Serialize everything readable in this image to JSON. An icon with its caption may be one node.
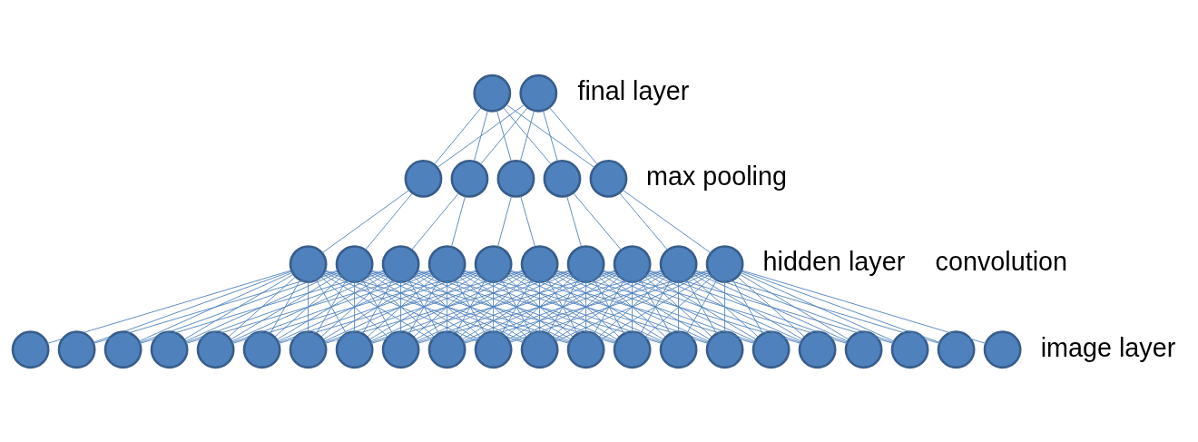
{
  "diagram": {
    "nodes": [
      {
        "text": [],
        "shape": "circle"
      },
      {
        "text": [],
        "shape": "circle"
      },
      {
        "text": [],
        "shape": "circle"
      },
      {
        "text": [],
        "shape": "circle"
      },
      {
        "text": [],
        "shape": "circle"
      },
      {
        "text": [],
        "shape": "circle"
      },
      {
        "text": [],
        "shape": "circle"
      },
      {
        "text": [],
        "shape": "circle"
      },
      {
        "text": [],
        "shape": "circle"
      },
      {
        "text": [],
        "shape": "circle"
      },
      {
        "text": [],
        "shape": "circle"
      },
      {
        "text": [],
        "shape": "circle"
      },
      {
        "text": [],
        "shape": "circle"
      },
      {
        "text": [],
        "shape": "circle"
      },
      {
        "text": [],
        "shape": "circle"
      },
      {
        "text": [],
        "shape": "circle"
      },
      {
        "text": [],
        "shape": "circle"
      },
      {
        "text": [],
        "shape": "circle"
      },
      {
        "text": [],
        "shape": "circle"
      },
      {
        "text": [],
        "shape": "circle"
      },
      {
        "text": [],
        "shape": "circle"
      },
      {
        "text": [],
        "shape": "circle"
      },
      {
        "text": [],
        "shape": "circle"
      },
      {
        "text": [],
        "shape": "circle"
      },
      {
        "text": [],
        "shape": "circle"
      },
      {
        "text": [],
        "shape": "circle"
      },
      {
        "text": [],
        "shape": "circle"
      },
      {
        "text": [],
        "shape": "circle"
      },
      {
        "text": [],
        "shape": "circle"
      },
      {
        "text": [],
        "shape": "circle"
      },
      {
        "text": [],
        "shape": "circle"
      },
      {
        "text": [],
        "shape": "circle"
      },
      {
        "text": [],
        "shape": "circle"
      },
      {
        "text": [],
        "shape": "circle"
      },
      {
        "text": [],
        "shape": "circle"
      },
      {
        "text": [],
        "shape": "circle"
      },
      {
        "text": [],
        "shape": "circle"
      },
      {
        "text": [],
        "shape": "circle"
      },
      {
        "text": [],
        "shape": "circle"
      }
    ],
    "edges": [
      {
        "from": 0,
        "to": 2,
        "arrow": "none"
      },
      {
        "from": 0,
        "to": 3,
        "arrow": "none"
      },
      {
        "from": 0,
        "to": 4,
        "arrow": "none"
      },
      {
        "from": 0,
        "to": 5,
        "arrow": "none"
      },
      {
        "from": 0,
        "to": 6,
        "arrow": "none"
      },
      {
        "from": 1,
        "to": 2,
        "arrow": "none"
      },
      {
        "from": 1,
        "to": 3,
        "arrow": "none"
      },
      {
        "from": 1,
        "to": 4,
        "arrow": "none"
      },
      {
        "from": 1,
        "to": 5,
        "arrow": "none"
      },
      {
        "from": 1,
        "to": 6,
        "arrow": "none"
      },
      {
        "from": 2,
        "to": 7,
        "arrow": "none"
      },
      {
        "from": 2,
        "to": 8,
        "arrow": "none"
      },
      {
        "from": 3,
        "to": 9,
        "arrow": "none"
      },
      {
        "from": 3,
        "to": 10,
        "arrow": "none"
      },
      {
        "from": 4,
        "to": 11,
        "arrow": "none"
      },
      {
        "from": 4,
        "to": 12,
        "arrow": "none"
      },
      {
        "from": 5,
        "to": 13,
        "arrow": "none"
      },
      {
        "from": 5,
        "to": 14,
        "arrow": "none"
      },
      {
        "from": 6,
        "to": 15,
        "arrow": "none"
      },
      {
        "from": 6,
        "to": 16,
        "arrow": "none"
      },
      {
        "from": 7,
        "to": 17,
        "arrow": "none"
      },
      {
        "from": 7,
        "to": 18,
        "arrow": "none"
      },
      {
        "from": 7,
        "to": 19,
        "arrow": "none"
      },
      {
        "from": 7,
        "to": 20,
        "arrow": "none"
      },
      {
        "from": 7,
        "to": 21,
        "arrow": "none"
      },
      {
        "from": 7,
        "to": 22,
        "arrow": "none"
      },
      {
        "from": 7,
        "to": 23,
        "arrow": "none"
      },
      {
        "from": 7,
        "to": 24,
        "arrow": "none"
      },
      {
        "from": 7,
        "to": 25,
        "arrow": "none"
      },
      {
        "from": 7,
        "to": 26,
        "arrow": "none"
      },
      {
        "from": 7,
        "to": 27,
        "arrow": "none"
      },
      {
        "from": 7,
        "to": 28,
        "arrow": "none"
      },
      {
        "from": 7,
        "to": 29,
        "arrow": "none"
      },
      {
        "from": 8,
        "to": 18,
        "arrow": "none"
      },
      {
        "from": 8,
        "to": 19,
        "arrow": "none"
      },
      {
        "from": 8,
        "to": 20,
        "arrow": "none"
      },
      {
        "from": 8,
        "to": 21,
        "arrow": "none"
      },
      {
        "from": 8,
        "to": 22,
        "arrow": "none"
      },
      {
        "from": 8,
        "to": 23,
        "arrow": "none"
      },
      {
        "from": 8,
        "to": 24,
        "arrow": "none"
      },
      {
        "from": 8,
        "to": 25,
        "arrow": "none"
      },
      {
        "from": 8,
        "to": 26,
        "arrow": "none"
      },
      {
        "from": 8,
        "to": 27,
        "arrow": "none"
      },
      {
        "from": 8,
        "to": 28,
        "arrow": "none"
      },
      {
        "from": 8,
        "to": 29,
        "arrow": "none"
      },
      {
        "from": 8,
        "to": 30,
        "arrow": "none"
      },
      {
        "from": 9,
        "to": 19,
        "arrow": "none"
      },
      {
        "from": 9,
        "to": 20,
        "arrow": "none"
      },
      {
        "from": 9,
        "to": 21,
        "arrow": "none"
      },
      {
        "from": 9,
        "to": 22,
        "arrow": "none"
      },
      {
        "from": 9,
        "to": 23,
        "arrow": "none"
      },
      {
        "from": 9,
        "to": 24,
        "arrow": "none"
      },
      {
        "from": 9,
        "to": 25,
        "arrow": "none"
      },
      {
        "from": 9,
        "to": 26,
        "arrow": "none"
      },
      {
        "from": 9,
        "to": 27,
        "arrow": "none"
      },
      {
        "from": 9,
        "to": 28,
        "arrow": "none"
      },
      {
        "from": 9,
        "to": 29,
        "arrow": "none"
      },
      {
        "from": 9,
        "to": 30,
        "arrow": "none"
      },
      {
        "from": 9,
        "to": 31,
        "arrow": "none"
      },
      {
        "from": 10,
        "to": 20,
        "arrow": "none"
      },
      {
        "from": 10,
        "to": 21,
        "arrow": "none"
      },
      {
        "from": 10,
        "to": 22,
        "arrow": "none"
      },
      {
        "from": 10,
        "to": 23,
        "arrow": "none"
      },
      {
        "from": 10,
        "to": 24,
        "arrow": "none"
      },
      {
        "from": 10,
        "to": 25,
        "arrow": "none"
      },
      {
        "from": 10,
        "to": 26,
        "arrow": "none"
      },
      {
        "from": 10,
        "to": 27,
        "arrow": "none"
      },
      {
        "from": 10,
        "to": 28,
        "arrow": "none"
      },
      {
        "from": 10,
        "to": 29,
        "arrow": "none"
      },
      {
        "from": 10,
        "to": 30,
        "arrow": "none"
      },
      {
        "from": 10,
        "to": 31,
        "arrow": "none"
      },
      {
        "from": 10,
        "to": 32,
        "arrow": "none"
      },
      {
        "from": 11,
        "to": 21,
        "arrow": "none"
      },
      {
        "from": 11,
        "to": 22,
        "arrow": "none"
      },
      {
        "from": 11,
        "to": 23,
        "arrow": "none"
      },
      {
        "from": 11,
        "to": 24,
        "arrow": "none"
      },
      {
        "from": 11,
        "to": 25,
        "arrow": "none"
      },
      {
        "from": 11,
        "to": 26,
        "arrow": "none"
      },
      {
        "from": 11,
        "to": 27,
        "arrow": "none"
      },
      {
        "from": 11,
        "to": 28,
        "arrow": "none"
      },
      {
        "from": 11,
        "to": 29,
        "arrow": "none"
      },
      {
        "from": 11,
        "to": 30,
        "arrow": "none"
      },
      {
        "from": 11,
        "to": 31,
        "arrow": "none"
      },
      {
        "from": 11,
        "to": 32,
        "arrow": "none"
      },
      {
        "from": 11,
        "to": 33,
        "arrow": "none"
      },
      {
        "from": 12,
        "to": 22,
        "arrow": "none"
      },
      {
        "from": 12,
        "to": 23,
        "arrow": "none"
      },
      {
        "from": 12,
        "to": 24,
        "arrow": "none"
      },
      {
        "from": 12,
        "to": 25,
        "arrow": "none"
      },
      {
        "from": 12,
        "to": 26,
        "arrow": "none"
      },
      {
        "from": 12,
        "to": 27,
        "arrow": "none"
      },
      {
        "from": 12,
        "to": 28,
        "arrow": "none"
      },
      {
        "from": 12,
        "to": 29,
        "arrow": "none"
      },
      {
        "from": 12,
        "to": 30,
        "arrow": "none"
      },
      {
        "from": 12,
        "to": 31,
        "arrow": "none"
      },
      {
        "from": 12,
        "to": 32,
        "arrow": "none"
      },
      {
        "from": 12,
        "to": 33,
        "arrow": "none"
      },
      {
        "from": 12,
        "to": 34,
        "arrow": "none"
      },
      {
        "from": 13,
        "to": 23,
        "arrow": "none"
      },
      {
        "from": 13,
        "to": 24,
        "arrow": "none"
      },
      {
        "from": 13,
        "to": 25,
        "arrow": "none"
      },
      {
        "from": 13,
        "to": 26,
        "arrow": "none"
      },
      {
        "from": 13,
        "to": 27,
        "arrow": "none"
      },
      {
        "from": 13,
        "to": 28,
        "arrow": "none"
      },
      {
        "from": 13,
        "to": 29,
        "arrow": "none"
      },
      {
        "from": 13,
        "to": 30,
        "arrow": "none"
      },
      {
        "from": 13,
        "to": 31,
        "arrow": "none"
      },
      {
        "from": 13,
        "to": 32,
        "arrow": "none"
      },
      {
        "from": 13,
        "to": 33,
        "arrow": "none"
      },
      {
        "from": 13,
        "to": 34,
        "arrow": "none"
      },
      {
        "from": 13,
        "to": 35,
        "arrow": "none"
      },
      {
        "from": 14,
        "to": 24,
        "arrow": "none"
      },
      {
        "from": 14,
        "to": 25,
        "arrow": "none"
      },
      {
        "from": 14,
        "to": 26,
        "arrow": "none"
      },
      {
        "from": 14,
        "to": 27,
        "arrow": "none"
      },
      {
        "from": 14,
        "to": 28,
        "arrow": "none"
      },
      {
        "from": 14,
        "to": 29,
        "arrow": "none"
      },
      {
        "from": 14,
        "to": 30,
        "arrow": "none"
      },
      {
        "from": 14,
        "to": 31,
        "arrow": "none"
      },
      {
        "from": 14,
        "to": 32,
        "arrow": "none"
      },
      {
        "from": 14,
        "to": 33,
        "arrow": "none"
      },
      {
        "from": 14,
        "to": 34,
        "arrow": "none"
      },
      {
        "from": 14,
        "to": 35,
        "arrow": "none"
      },
      {
        "from": 14,
        "to": 36,
        "arrow": "none"
      },
      {
        "from": 15,
        "to": 25,
        "arrow": "none"
      },
      {
        "from": 15,
        "to": 26,
        "arrow": "none"
      },
      {
        "from": 15,
        "to": 27,
        "arrow": "none"
      },
      {
        "from": 15,
        "to": 28,
        "arrow": "none"
      },
      {
        "from": 15,
        "to": 29,
        "arrow": "none"
      },
      {
        "from": 15,
        "to": 30,
        "arrow": "none"
      },
      {
        "from": 15,
        "to": 31,
        "arrow": "none"
      },
      {
        "from": 15,
        "to": 32,
        "arrow": "none"
      },
      {
        "from": 15,
        "to": 33,
        "arrow": "none"
      },
      {
        "from": 15,
        "to": 34,
        "arrow": "none"
      },
      {
        "from": 15,
        "to": 35,
        "arrow": "none"
      },
      {
        "from": 15,
        "to": 36,
        "arrow": "none"
      },
      {
        "from": 15,
        "to": 37,
        "arrow": "none"
      },
      {
        "from": 16,
        "to": 26,
        "arrow": "none"
      },
      {
        "from": 16,
        "to": 27,
        "arrow": "none"
      },
      {
        "from": 16,
        "to": 28,
        "arrow": "none"
      },
      {
        "from": 16,
        "to": 29,
        "arrow": "none"
      },
      {
        "from": 16,
        "to": 30,
        "arrow": "none"
      },
      {
        "from": 16,
        "to": 31,
        "arrow": "none"
      },
      {
        "from": 16,
        "to": 32,
        "arrow": "none"
      },
      {
        "from": 16,
        "to": 33,
        "arrow": "none"
      },
      {
        "from": 16,
        "to": 34,
        "arrow": "none"
      },
      {
        "from": 16,
        "to": 35,
        "arrow": "none"
      },
      {
        "from": 16,
        "to": 36,
        "arrow": "none"
      },
      {
        "from": 16,
        "to": 37,
        "arrow": "none"
      },
      {
        "from": 16,
        "to": 38,
        "arrow": "none"
      }
    ],
    "labels": [
      "final layer",
      "max pooling",
      "hidden layer",
      "convolution",
      "image layer"
    ]
  }
}
